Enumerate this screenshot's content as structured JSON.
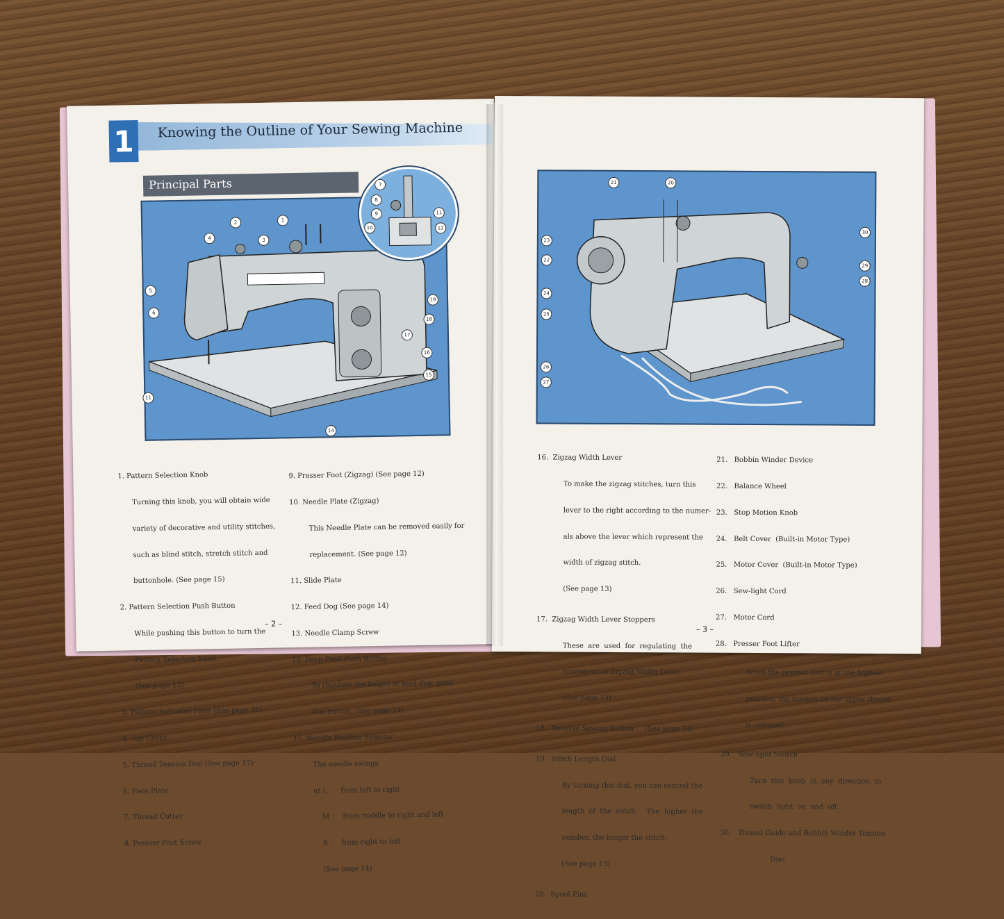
{
  "left_page": {
    "chapter_number": "1",
    "chapter_title": "Knowing the Outline of Your Sewing Machine",
    "section_title": "Principal Parts",
    "page_number": "– 2 –",
    "callouts_main": [
      "1",
      "2",
      "3",
      "4",
      "5",
      "6",
      "11",
      "14",
      "15",
      "16",
      "17",
      "18",
      "19"
    ],
    "callouts_inset": [
      "7",
      "8",
      "9",
      "10",
      "11",
      "12"
    ],
    "col1": [
      "1. Pattern Selection Knob",
      "Turning this knob, you will obtain wide",
      "variety of decorative and utility stitches,",
      "such as blind stitch, stretch stitch and",
      "buttonhole. (See page 15)",
      "2. Pattern Selection Push Button",
      "While pushing this button to turn the",
      "Pattern Selection Knob.",
      "(See page 15)",
      "3. Pattern Indicator Plate (See page 16)",
      "4. Top Cover",
      "5. Thread Tension Dial (See page 17)",
      "6. Face Plate",
      "7. Thread Cutter",
      "8. Presser Foot Screw"
    ],
    "col2": [
      "9. Presser Foot (Zigzag) (See page 12)",
      "10. Needle Plate (Zigzag)",
      "This Needle Plate can be removed easily for",
      "replacement. (See page 12)",
      "11. Slide Plate",
      "12. Feed Dog (See page 14)",
      "13. Needle Clamp Screw",
      "14. Drop Feed Push Button",
      "To regulate the height of feed dog, push",
      "this button. (See page 14)",
      "15. Needle Position Selector",
      "The needle swings",
      "at L :    from left to right",
      "M :    from middle to right and left",
      "R :    from right to left",
      "(See page 14)"
    ]
  },
  "right_page": {
    "page_number": "– 3 –",
    "callouts": [
      "20",
      "21",
      "22",
      "23",
      "24",
      "25",
      "26",
      "27",
      "28",
      "29",
      "30"
    ],
    "col1": [
      "16.  Zigzag Width Lever",
      "To make the zigzag stitches, turn this",
      "lever to the right according to the numer-",
      "als above the lever which represent the",
      "width of zigzag stitch.",
      "(See page 13)",
      "17.  Zigzag Width Lever Stoppers",
      "These  are  used  for  regulating  the",
      "movement of Zigzag Width Lever.",
      "(See page 13)",
      "18.  Reverse Sewing Button     (See page 14)",
      "19.  Stitch Length Dial",
      "By turning this dial, you can control the",
      "length  of  the  stitch.    The  higher  the",
      "number, the longer the stitch.",
      "(See page 13)",
      "20.  Spool Pins"
    ],
    "col2": [
      "21.   Bobbin Winder Device",
      "22.   Balance Wheel",
      "23.   Stop Motion Knob",
      "24.   Belt Cover  (Built-in Motor Type)",
      "25.   Motor Cover  (Built-in Motor Type)",
      "26.   Sew-light Cord",
      "27.   Motor Cord",
      "28.   Presser Foot Lifter",
      "When the presser foot is at the highest",
      "position, the tension on the upper thread",
      "is released.",
      "29.   Sew-light Switch",
      "Turn  this  knob  in  any  direction  to",
      "switch  light  on  and  off.",
      "30.   Thread Guide and Bobbin Winder Tension",
      "Disc"
    ]
  },
  "colors": {
    "diagram_blue": "#5e95cc",
    "chapter_blue": "#2f6fb3",
    "section_gray": "#5c6470",
    "paper": "#f3f1ea"
  }
}
